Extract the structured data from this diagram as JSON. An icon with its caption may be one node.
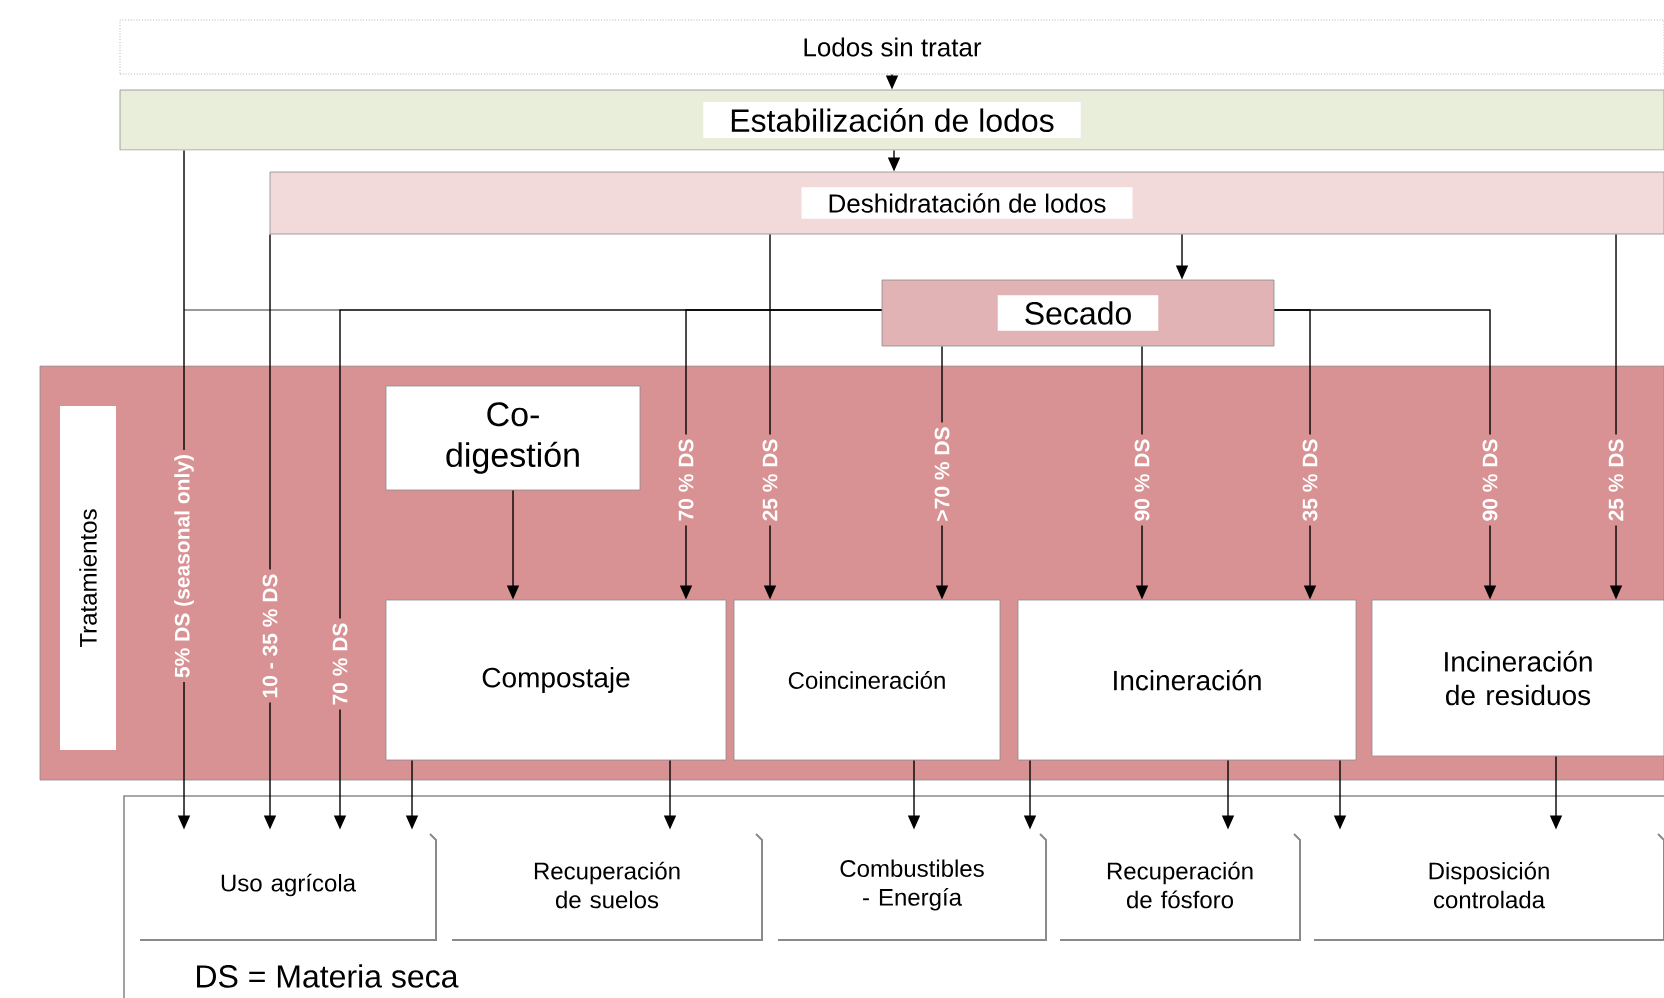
{
  "diagram": {
    "nodes": [
      {
        "text": [
          "Lodos sin tratar"
        ]
      },
      {
        "text": [
          "Estabilización de lodos"
        ]
      },
      {
        "text": [
          "Deshidratación de lodos"
        ]
      },
      {
        "text": [
          "Secado"
        ]
      },
      {
        "text": [
          "Tratamientos"
        ]
      },
      {
        "text": [
          "Co-digestión"
        ],
        "in": 4
      },
      {
        "text": [
          "Compostaje"
        ],
        "in": 4
      },
      {
        "text": [
          "Coincineración"
        ],
        "in": 4
      },
      {
        "text": [
          "Incineración"
        ],
        "in": 4
      },
      {
        "text": [
          "Incineración de residuos"
        ],
        "in": 4
      },
      {
        "text": [
          "Uso agrícola"
        ]
      },
      {
        "text": [
          "Recuperación de suelos"
        ]
      },
      {
        "text": [
          "Combustibles - Energía"
        ]
      },
      {
        "text": [
          "Recuperación de fósforo"
        ]
      },
      {
        "text": [
          "Disposición controlada"
        ]
      }
    ],
    "edges": [
      {
        "from": 0,
        "to": 1,
        "arrow": "to"
      },
      {
        "from": 1,
        "to": 2,
        "arrow": "to"
      },
      {
        "from": 2,
        "to": 3,
        "arrow": "to"
      },
      {
        "from": 1,
        "to": 10,
        "arrow": "to",
        "label": "5% DS (seasonal only)"
      },
      {
        "from": 2,
        "to": 10,
        "arrow": "to",
        "label": "10 - 35 % DS"
      },
      {
        "from": 3,
        "to": 10,
        "arrow": "to",
        "label": "70 % DS"
      },
      {
        "from": 3,
        "to": 6,
        "arrow": "to",
        "label": "70 % DS"
      },
      {
        "from": 2,
        "to": 7,
        "arrow": "to",
        "label": "25 % DS"
      },
      {
        "from": 3,
        "to": 7,
        "arrow": "to",
        "label": ">70 % DS"
      },
      {
        "from": 3,
        "to": 8,
        "arrow": "to",
        "label": "90 % DS"
      },
      {
        "from": 3,
        "to": 8,
        "arrow": "to",
        "label": "35 % DS"
      },
      {
        "from": 3,
        "to": 9,
        "arrow": "to",
        "label": "90 % DS"
      },
      {
        "from": 2,
        "to": 9,
        "arrow": "to",
        "label": "25 % DS"
      },
      {
        "from": 5,
        "to": 6,
        "arrow": "to"
      },
      {
        "from": 6,
        "to": 10,
        "arrow": "to"
      },
      {
        "from": 6,
        "to": 11,
        "arrow": "to"
      },
      {
        "from": 7,
        "to": 12,
        "arrow": "to"
      },
      {
        "from": 8,
        "to": 12,
        "arrow": "to"
      },
      {
        "from": 8,
        "to": 13,
        "arrow": "to"
      },
      {
        "from": 8,
        "to": 14,
        "arrow": "to"
      },
      {
        "from": 9,
        "to": 14,
        "arrow": "to"
      }
    ],
    "labels": [
      "DS = Materia seca"
    ]
  }
}
